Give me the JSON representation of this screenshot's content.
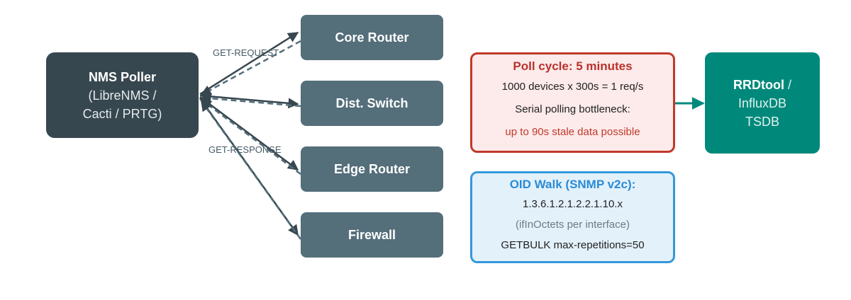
{
  "poller": {
    "title": "NMS Poller",
    "line2": "(LibreNMS /",
    "line3": "Cacti / PRTG)"
  },
  "devices": [
    "Core Router",
    "Dist. Switch",
    "Edge Router",
    "Firewall"
  ],
  "labels": {
    "request": "GET-REQUEST",
    "response": "GET-RESPONSE"
  },
  "poll_cycle": {
    "title": "Poll cycle: 5 minutes",
    "line1": "1000 devices x 300s = 1 req/s",
    "line2": "Serial polling bottleneck:",
    "line3": "up to 90s stale data possible"
  },
  "oid_walk": {
    "title": "OID Walk (SNMP v2c):",
    "line1": "1.3.6.1.2.1.2.2.1.10.x",
    "line2": "(ifInOctets per interface)",
    "line3": "GETBULK max-repetitions=50"
  },
  "tsdb": {
    "name_bold": "RRDtool",
    "name_sep": " /",
    "line2": "InfluxDB",
    "line3": "TSDB"
  },
  "colors": {
    "poller": "#37474f",
    "device": "#546e7a",
    "poll_border": "#c0392b",
    "poll_bg": "#fdeaea",
    "oid_border": "#3498db",
    "oid_bg": "#e3f1fb",
    "tsdb": "#00897b",
    "arrow": "#37474f",
    "dashed": "#546e7a"
  }
}
